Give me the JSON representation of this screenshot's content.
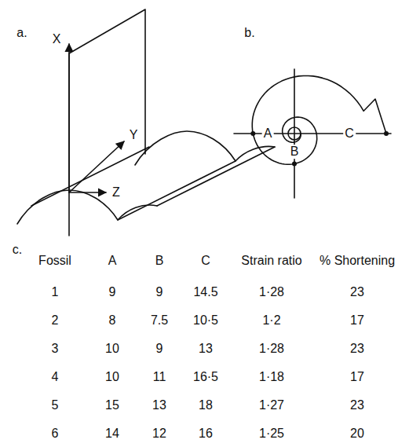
{
  "diagram": {
    "labels": [
      "a.",
      "X",
      "Y",
      "Z",
      "b.",
      "A",
      "B",
      "C",
      "c.",
      "Fossil",
      "A",
      "B",
      "C",
      "Strain ratio",
      "% Shortening",
      "1",
      "9",
      "9",
      "14.5",
      "1·28",
      "23",
      "2",
      "8",
      "7.5",
      "10·5",
      "1·2",
      "17",
      "3",
      "10",
      "9",
      "13",
      "1·28",
      "23",
      "4",
      "10",
      "11",
      "16·5",
      "1·18",
      "17",
      "5",
      "15",
      "13",
      "18",
      "1·27",
      "23",
      "6",
      "14",
      "12",
      "16",
      "1·25",
      "20"
    ]
  }
}
